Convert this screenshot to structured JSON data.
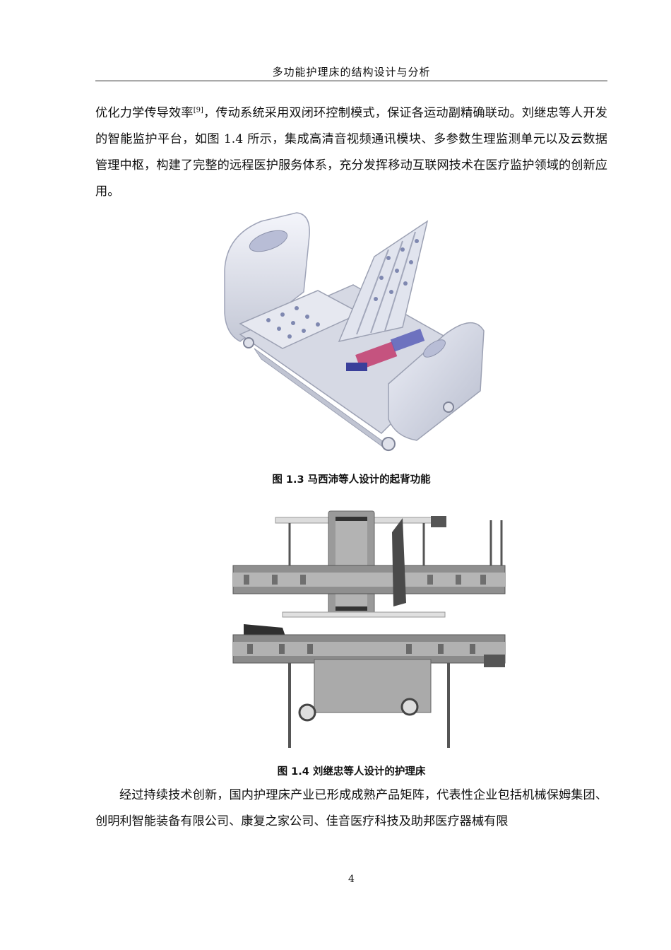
{
  "header": {
    "title": "多功能护理床的结构设计与分析"
  },
  "body": {
    "para1_lines": [
      "优化力学传导效率",
      "，传动系统采用双闭环控制模式，保证各运动副精确联动。刘继忠等人开发的智能监护平台，如图 1.4 所示，集成高清音视频通讯模块、多参数生理监测单元以及云数据管理中枢，构建了完整的远程医护服务体系，充分发挥移动互联网技术在医疗监护领域的创新应用。"
    ],
    "citation": "[9]",
    "para2": "经过持续技术创新，国内护理床产业已形成成熟产品矩阵，代表性企业包括机械保姆集团、创明利智能装备有限公司、康复之家公司、佳音医疗科技及助邦医疗器械有限"
  },
  "figures": [
    {
      "caption": "图 1.3  马西沛等人设计的起背功能"
    },
    {
      "caption": "图 1.4  刘继忠等人设计的护理床"
    }
  ],
  "page_number": "4"
}
